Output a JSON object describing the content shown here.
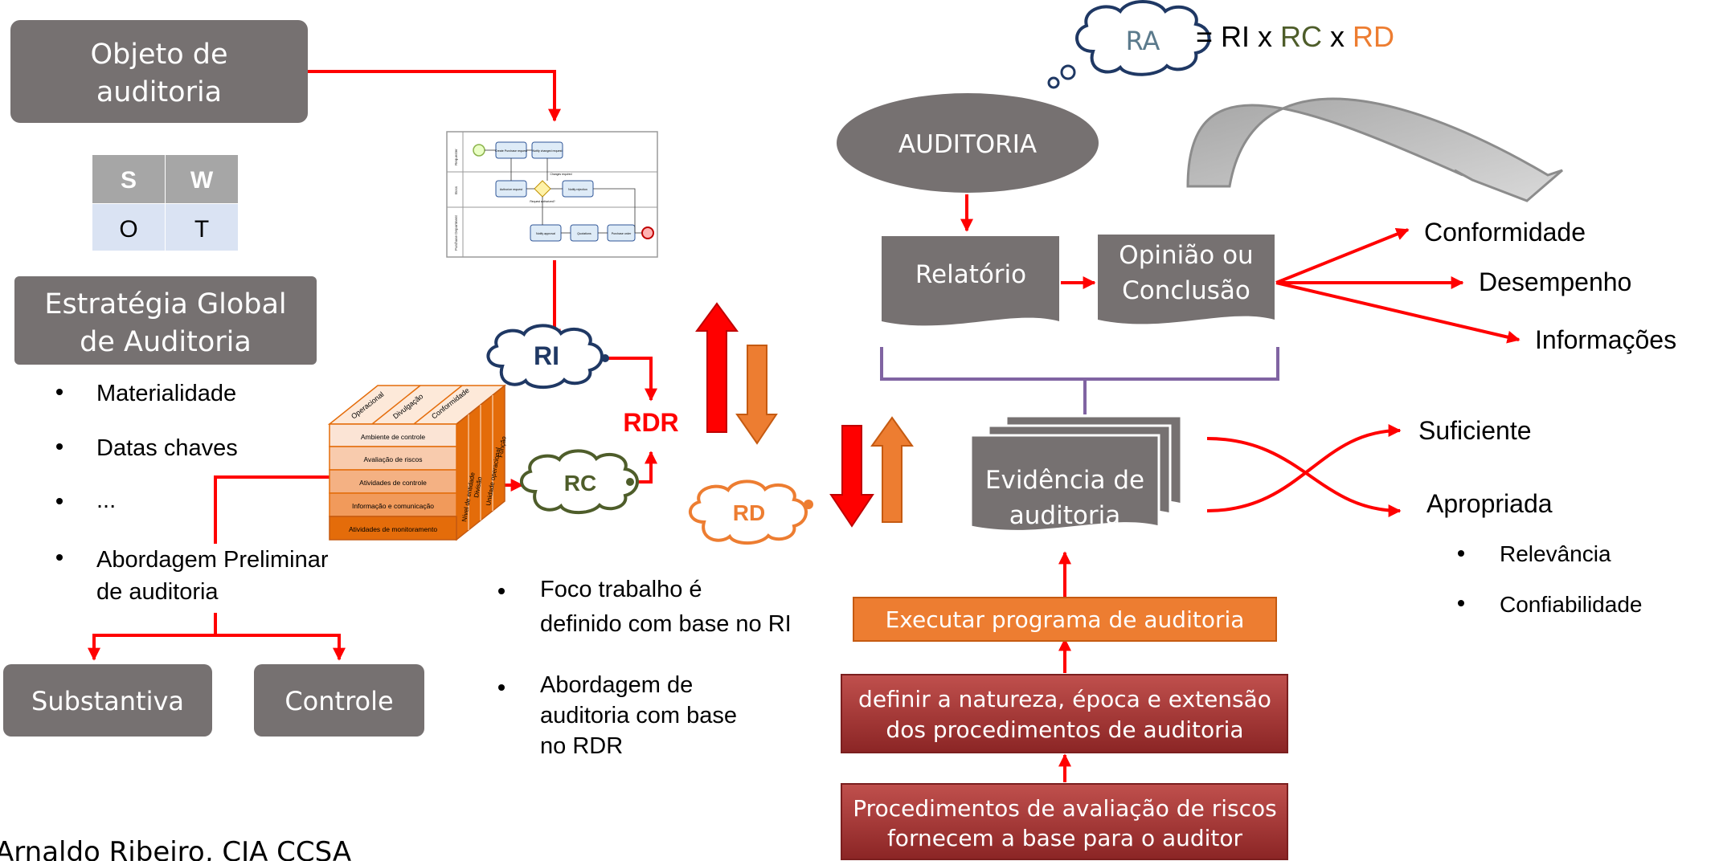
{
  "left": {
    "objeto": [
      "Objeto de",
      "auditoria"
    ],
    "swot": {
      "s": "S",
      "w": "W",
      "o": "O",
      "t": "T"
    },
    "estrategia": [
      "Estratégia Global",
      "de Auditoria"
    ],
    "bullets": [
      "Materialidade",
      "Datas chaves",
      "...",
      "Abordagem Preliminar",
      "de auditoria"
    ],
    "substantiva": "Substantiva",
    "controle": "Controle"
  },
  "cube": {
    "rows": [
      "Ambiente de controle",
      "Avaliação de riscos",
      "Atividades de controle",
      "Informação e comunicação",
      "Atividades de monitoramento"
    ],
    "top": [
      "Operacional",
      "Divulgação",
      "Conformidade"
    ],
    "side": [
      "Nível de entidade",
      "Divisão",
      "Unidade operacional",
      "Função"
    ]
  },
  "process_map": {
    "lanes": [
      "Requester",
      "Boss",
      "Purchase Department"
    ],
    "tasks": [
      "Create Purchase request",
      "Notify changed request",
      "Authorize request",
      "Notify rejection",
      "Notify approval",
      "Quotations",
      "Purchase order"
    ],
    "decision": "Request authorized?",
    "flow": "Changes required"
  },
  "risks": {
    "ri": "RI",
    "rc": "RC",
    "rd": "RD",
    "rdr": "RDR",
    "ra": "RA"
  },
  "formula": {
    "eq": "= RI x ",
    "rc": "RC",
    "x": " x ",
    "rd": "RD"
  },
  "colors": {
    "gray": "#767171",
    "red": "#ff0000",
    "orange": "#ed7d31",
    "green": "#4e5d2a",
    "navy": "#1f3864",
    "purple": "#8064a2",
    "darkred": "#a33030",
    "raText": "#5b7a8c"
  },
  "middle_notes": [
    [
      "Foco trabalho é",
      "definido com base no RI"
    ],
    [
      "Abordagem de",
      "auditoria com base",
      "no RDR"
    ]
  ],
  "right": {
    "auditoria": "AUDITORIA",
    "relatorio": "Relatório",
    "opiniao": [
      "Opinião ou",
      "Conclusão"
    ],
    "outcomes": [
      "Conformidade",
      "Desempenho",
      "Informações"
    ],
    "evidencia": [
      "Evidência de",
      "auditoria"
    ],
    "qualities": [
      "Suficiente",
      "Apropriada"
    ],
    "sub": [
      "Relevância",
      "Confiabilidade"
    ],
    "executar": "Executar programa de auditoria",
    "definir": [
      "definir a natureza, época e extensão",
      "dos procedimentos de auditoria"
    ],
    "procedimentos": [
      "Procedimentos de avaliação de riscos",
      "fornecem a base para o auditor"
    ]
  },
  "footer": "Arnaldo Ribeiro, CIA CCSA"
}
